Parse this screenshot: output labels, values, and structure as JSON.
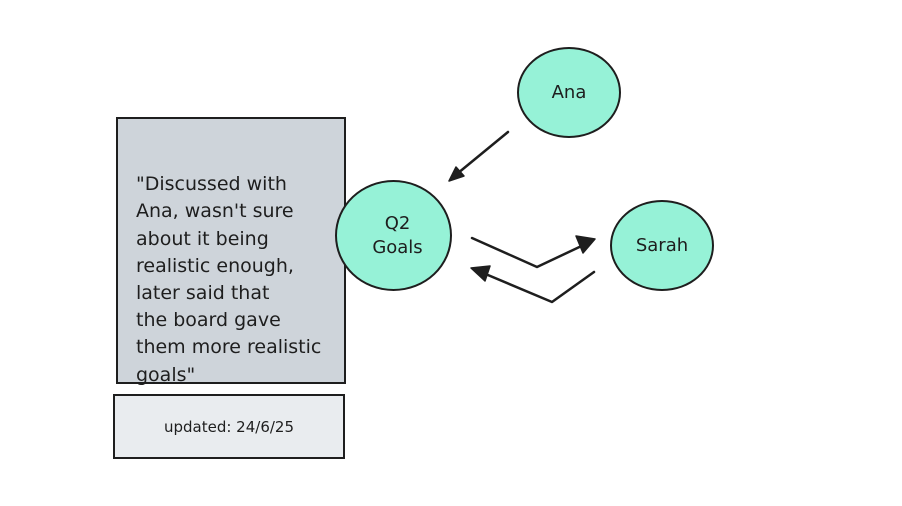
{
  "diagram": {
    "nodes": {
      "ana": {
        "label": "Ana"
      },
      "q2_goals": {
        "label": "Q2\nGoals"
      },
      "sarah": {
        "label": "Sarah"
      }
    },
    "notes": {
      "quote": "\"Discussed with\nAna, wasn't sure\nabout it being\nrealistic enough,\nlater said that\nthe board gave\nthem more realistic\ngoals\"",
      "updated": "updated: 24/6/25"
    },
    "edges": [
      {
        "from": "ana",
        "to": "q2_goals"
      },
      {
        "from": "q2_goals",
        "to": "sarah"
      },
      {
        "from": "sarah",
        "to": "q2_goals"
      }
    ],
    "colors": {
      "node_fill": "#96f2d7",
      "quote_fill": "#ced4da",
      "updated_fill": "#e9ecef",
      "stroke": "#1e1e1e"
    }
  }
}
